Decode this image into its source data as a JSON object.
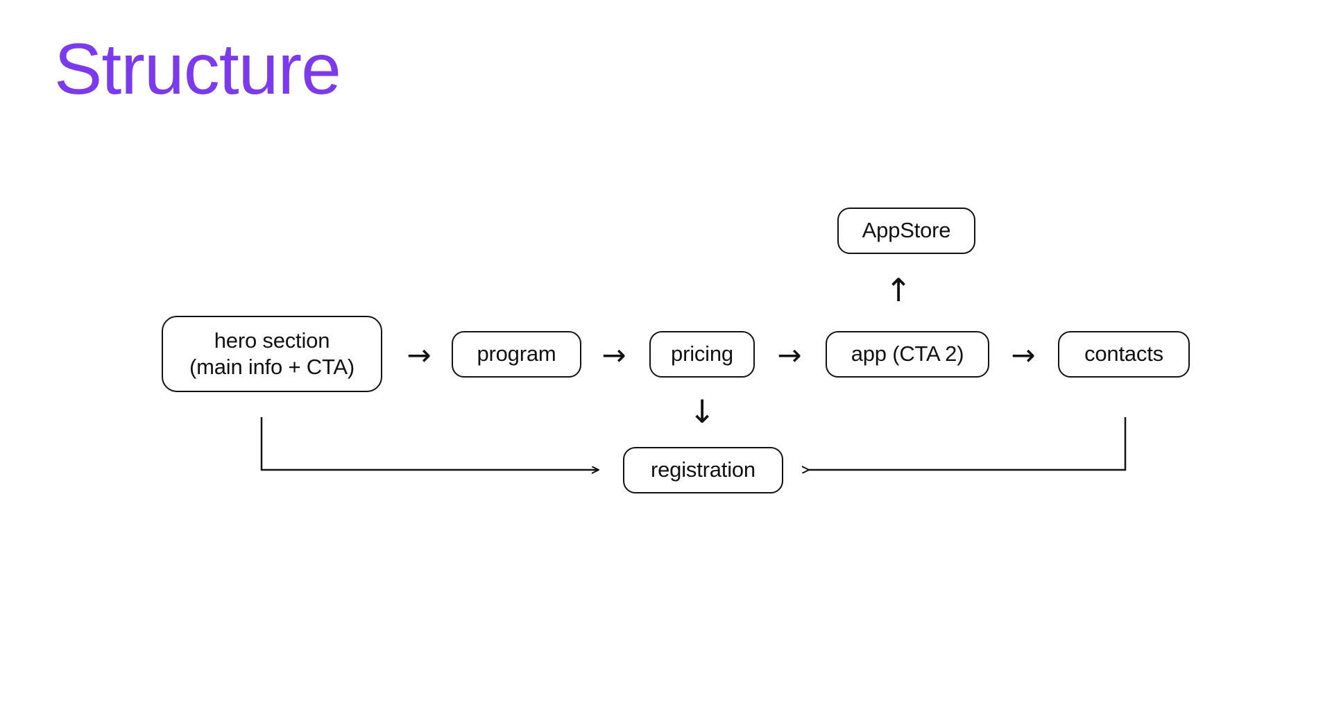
{
  "slide": {
    "title": "Structure",
    "title_color": "#7c3aed",
    "background_color": "#ffffff",
    "stroke_color": "#111111",
    "text_color": "#111111"
  },
  "nodes": {
    "hero": {
      "label": "hero section\n(main info + CTA)"
    },
    "program": {
      "label": "program"
    },
    "pricing": {
      "label": "pricing"
    },
    "app": {
      "label": "app (CTA 2)"
    },
    "contacts": {
      "label": "contacts"
    },
    "appstore": {
      "label": "AppStore"
    },
    "registration": {
      "label": "registration"
    }
  },
  "arrows": {
    "right": "→",
    "up": "↑",
    "down": "↓"
  },
  "chart_data": {
    "type": "diagram",
    "title": "Structure",
    "nodes": [
      {
        "id": "hero",
        "label": "hero section (main info + CTA)"
      },
      {
        "id": "program",
        "label": "program"
      },
      {
        "id": "pricing",
        "label": "pricing"
      },
      {
        "id": "app",
        "label": "app (CTA 2)"
      },
      {
        "id": "contacts",
        "label": "contacts"
      },
      {
        "id": "appstore",
        "label": "AppStore"
      },
      {
        "id": "registration",
        "label": "registration"
      }
    ],
    "edges": [
      {
        "from": "hero",
        "to": "program",
        "direction": "right"
      },
      {
        "from": "program",
        "to": "pricing",
        "direction": "right"
      },
      {
        "from": "pricing",
        "to": "app",
        "direction": "right"
      },
      {
        "from": "app",
        "to": "contacts",
        "direction": "right"
      },
      {
        "from": "app",
        "to": "appstore",
        "direction": "up"
      },
      {
        "from": "pricing",
        "to": "registration",
        "direction": "down"
      },
      {
        "from": "hero",
        "to": "registration",
        "direction": "elbow-down-right"
      },
      {
        "from": "contacts",
        "to": "registration",
        "direction": "elbow-down-left"
      }
    ]
  }
}
